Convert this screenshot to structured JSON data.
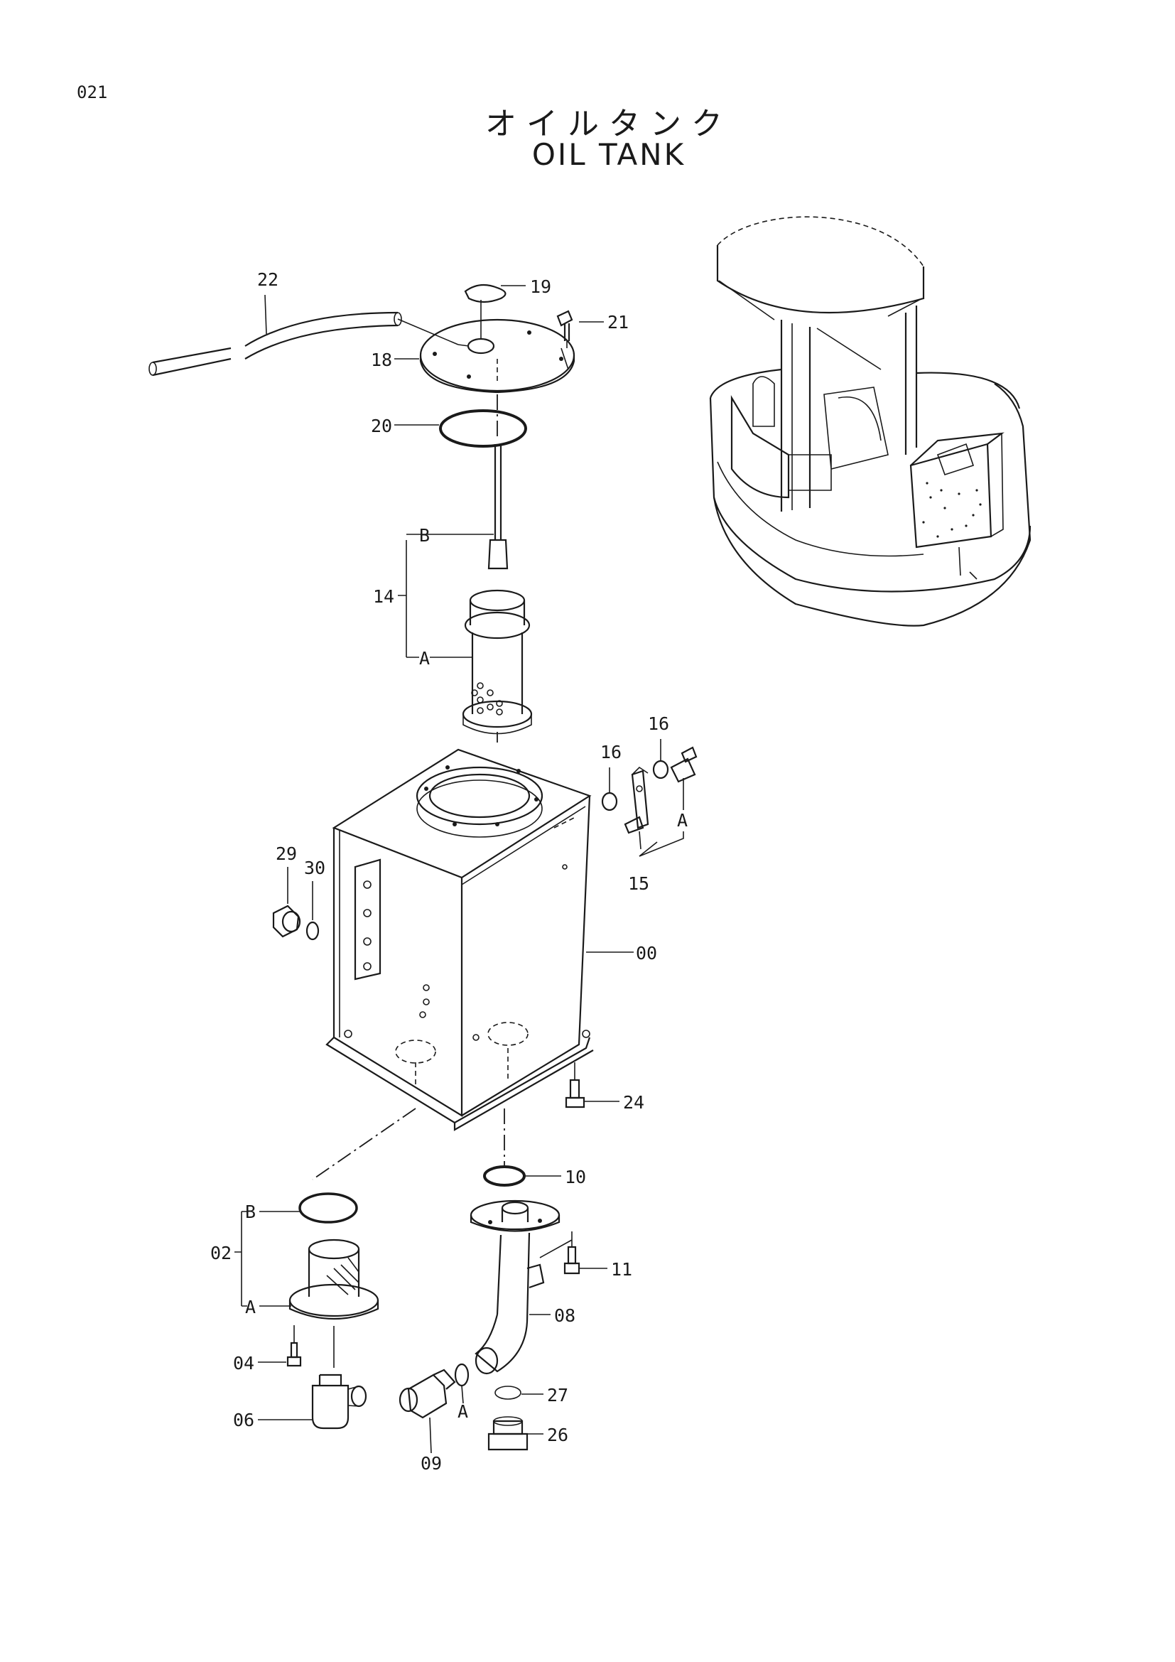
{
  "page": {
    "number": "021"
  },
  "title": {
    "japanese": "オイルタンク",
    "english": "OIL TANK"
  },
  "callouts": [
    {
      "id": "callout-22",
      "text": "22"
    },
    {
      "id": "callout-19",
      "text": "19"
    },
    {
      "id": "callout-21",
      "text": "21"
    },
    {
      "id": "callout-18",
      "text": "18"
    },
    {
      "id": "callout-20",
      "text": "20"
    },
    {
      "id": "callout-14",
      "text": "14"
    },
    {
      "id": "callout-14-b",
      "text": "B"
    },
    {
      "id": "callout-14-a",
      "text": "A"
    },
    {
      "id": "callout-16-left",
      "text": "16"
    },
    {
      "id": "callout-16-right",
      "text": "16"
    },
    {
      "id": "callout-15-a",
      "text": "A"
    },
    {
      "id": "callout-15",
      "text": "15"
    },
    {
      "id": "callout-29",
      "text": "29"
    },
    {
      "id": "callout-30",
      "text": "30"
    },
    {
      "id": "callout-00",
      "text": "00"
    },
    {
      "id": "callout-24",
      "text": "24"
    },
    {
      "id": "callout-10",
      "text": "10"
    },
    {
      "id": "callout-02",
      "text": "02"
    },
    {
      "id": "callout-02-b",
      "text": "B"
    },
    {
      "id": "callout-02-a",
      "text": "A"
    },
    {
      "id": "callout-11",
      "text": "11"
    },
    {
      "id": "callout-08",
      "text": "08"
    },
    {
      "id": "callout-04",
      "text": "04"
    },
    {
      "id": "callout-06",
      "text": "06"
    },
    {
      "id": "callout-09-a",
      "text": "A"
    },
    {
      "id": "callout-09",
      "text": "09"
    },
    {
      "id": "callout-27",
      "text": "27"
    },
    {
      "id": "callout-26",
      "text": "26"
    }
  ]
}
